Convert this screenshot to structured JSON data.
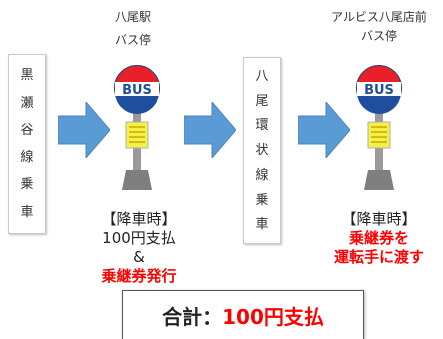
{
  "route_kurose": {
    "chars": [
      "黒",
      "瀬",
      "谷",
      "線",
      "乗",
      "車"
    ]
  },
  "route_yaokan": {
    "chars": [
      "八",
      "尾",
      "環",
      "状",
      "線",
      "乗",
      "車"
    ]
  },
  "stop1": {
    "name_line1": "八尾駅",
    "name_line2": "バス停",
    "sign_text": "BUS"
  },
  "stop2": {
    "name_line1": "アルビス八尾店前",
    "name_line2": "バス停",
    "sign_text": "BUS"
  },
  "note1": {
    "line1": "【降車時】",
    "line2": "100円支払",
    "line3": "&",
    "line4": "乗継券発行"
  },
  "note2": {
    "line1": "【降車時】",
    "line2": "乗継券を",
    "line3": "運転手に渡す"
  },
  "total": {
    "label": "合計：",
    "amount": "100円支払"
  },
  "colors": {
    "arrow": "#5b9bd5",
    "sign_red": "#e8202a",
    "sign_blue": "#1f4e9e",
    "timetable": "#f5f048",
    "pole": "#7f7f7f",
    "emphasis": "#ff0000"
  }
}
